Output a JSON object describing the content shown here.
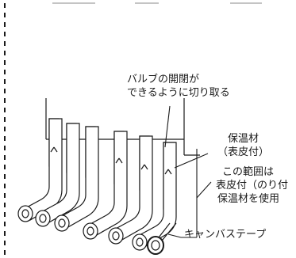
{
  "labels": {
    "valve_line1": "バルブの開閉が",
    "valve_line2": "できるように切り取る",
    "insulation_line1": "保温材",
    "insulation_line2": "（表皮付）",
    "range_line1": "この範囲は",
    "range_line2": "表皮付（のり付",
    "range_line3": "保温材を使用",
    "canvas_tape": "キャンバステープ"
  },
  "colors": {
    "line": "#1a1a1a",
    "hatch": "#333333",
    "background": "#ffffff"
  }
}
